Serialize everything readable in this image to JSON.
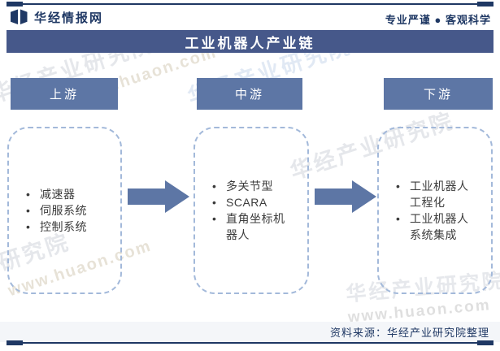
{
  "brand": {
    "name": "华经情报网",
    "slogan": "专业严谨 ● 客观科学"
  },
  "title": "工业机器人产业链",
  "chain": {
    "stages": [
      {
        "label": "上游",
        "items": [
          "减速器",
          "伺服系统",
          "控制系统"
        ]
      },
      {
        "label": "中游",
        "items": [
          "多关节型",
          "SCARA",
          "直角坐标机器人"
        ]
      },
      {
        "label": "下游",
        "items": [
          "工业机器人工程化",
          "工业机器人系统集成"
        ]
      }
    ]
  },
  "footer": {
    "source": "资料来源：华经产业研究院整理"
  },
  "watermarks": {
    "cn": "华经产业研究院",
    "url": "www.huaon.com"
  },
  "colors": {
    "navy": "#1f3864",
    "title_bar": "#46588a",
    "stage_box": "#5d76a5",
    "dashed_border": "#a3b9da"
  }
}
